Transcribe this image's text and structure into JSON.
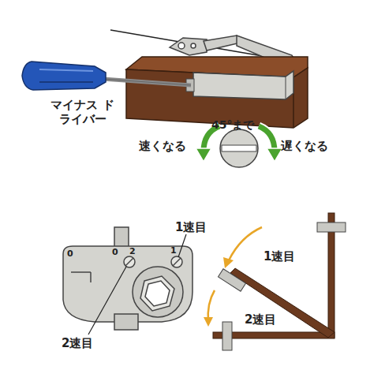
{
  "diagram": {
    "labels": [
      "マイナス ドライバー",
      "45°まで",
      "速くなる",
      "遅くなる",
      "1速目",
      "2速目",
      "0",
      "0",
      "2",
      "1",
      "1速目",
      "2速目"
    ]
  }
}
